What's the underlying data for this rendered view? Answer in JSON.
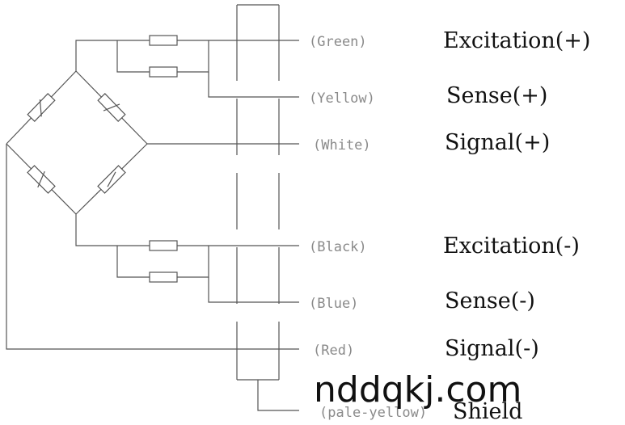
{
  "wires": [
    {
      "id": "green",
      "color_label": "(Green)",
      "signal": "Excitation(+)"
    },
    {
      "id": "yellow",
      "color_label": "(Yellow)",
      "signal": "Sense(+)"
    },
    {
      "id": "white",
      "color_label": "(White)",
      "signal": "Signal(+)"
    },
    {
      "id": "black",
      "color_label": "(Black)",
      "signal": "Excitation(-)"
    },
    {
      "id": "blue",
      "color_label": "(Blue)",
      "signal": "Sense(-)"
    },
    {
      "id": "red",
      "color_label": "(Red)",
      "signal": "Signal(-)"
    },
    {
      "id": "pale-yellow",
      "color_label": "(pale-yellow)",
      "signal": "Shield"
    }
  ],
  "watermark": "nddqkj.com",
  "colors": {
    "line": "#555555",
    "label": "#8a8a8a",
    "text": "#111111"
  }
}
